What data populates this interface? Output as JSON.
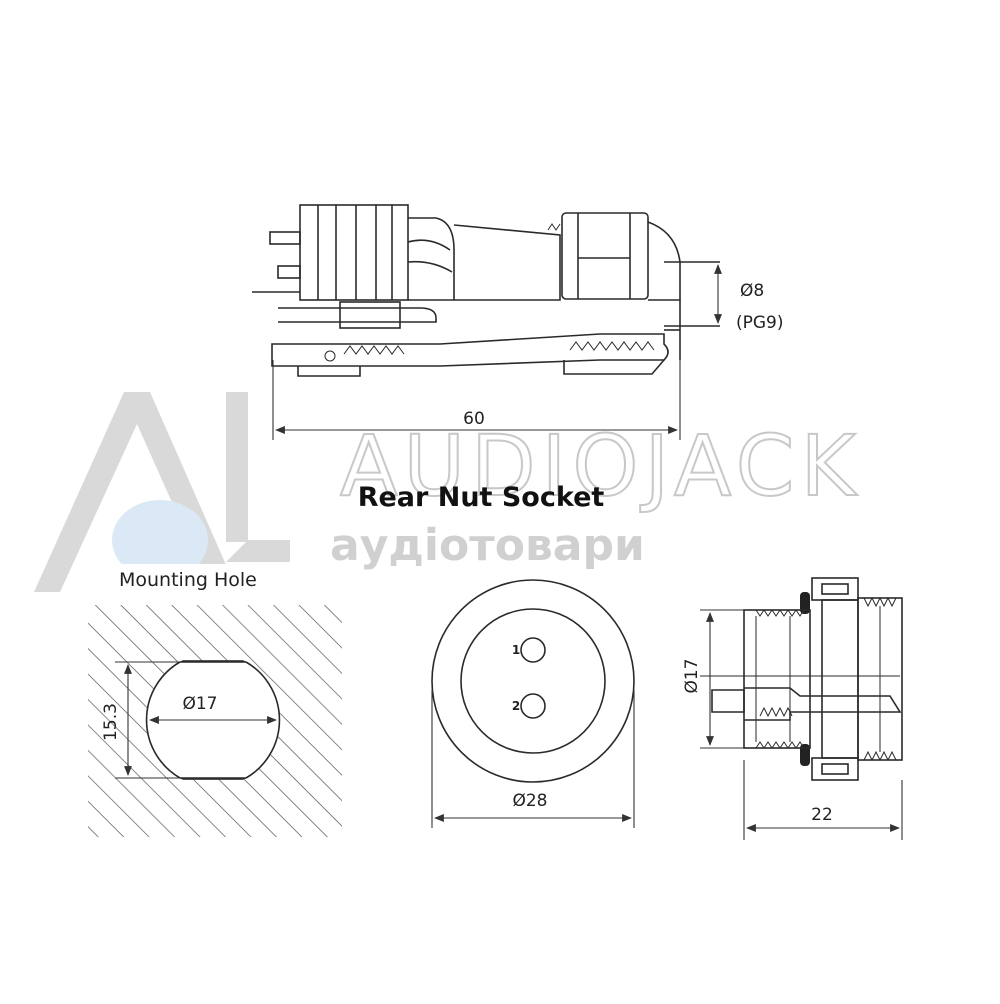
{
  "watermark": {
    "brand": "AUDIOJACK",
    "tagline": "аудіотовари"
  },
  "title": "Rear Nut Socket",
  "side_view": {
    "length_label": "60",
    "cable_diameter_label": "Ø8",
    "cable_gland_label": "(PG9)"
  },
  "mounting_hole": {
    "caption": "Mounting Hole",
    "diameter_label": "Ø17",
    "flat_label": "15.3"
  },
  "front_view": {
    "diameter_label": "Ø28",
    "pins": [
      {
        "number": "1"
      },
      {
        "number": "2"
      }
    ]
  },
  "socket_side": {
    "diameter_label": "Ø17",
    "length_label": "22"
  }
}
